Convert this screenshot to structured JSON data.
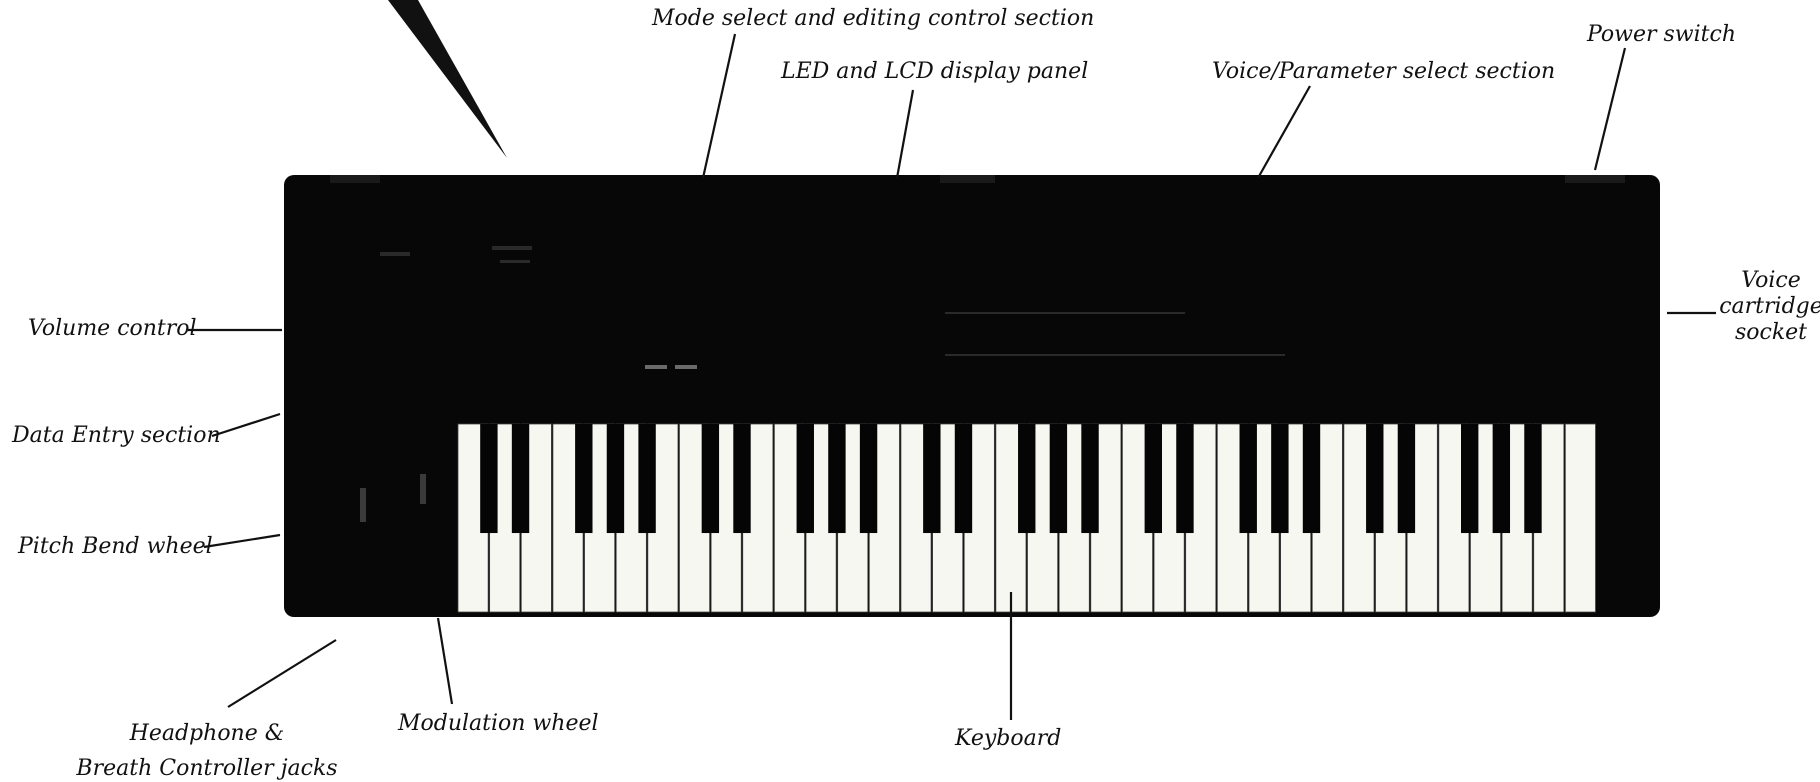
{
  "labels": {
    "mode_select": "Mode select and editing control section",
    "led_lcd": "LED and LCD display panel",
    "voice_param": "Voice/Parameter select section",
    "power_switch": "Power switch",
    "voice_cartridge_1": "Voice",
    "voice_cartridge_2": "cartridge",
    "voice_cartridge_3": "socket",
    "volume_control": "Volume control",
    "data_entry": "Data Entry section",
    "pitch_bend": "Pitch Bend wheel",
    "headphone_1": "Headphone &",
    "headphone_2": "Breath Controller jacks",
    "modulation": "Modulation wheel",
    "keyboard": "Keyboard"
  },
  "colors": {
    "body": "#070707",
    "white_key": "#f7f7f2",
    "black_key": "#050505",
    "leader": "#111111"
  },
  "keyboard": {
    "white_keys": 36,
    "black_pattern": [
      1,
      1,
      0,
      1,
      1,
      1,
      0
    ]
  }
}
